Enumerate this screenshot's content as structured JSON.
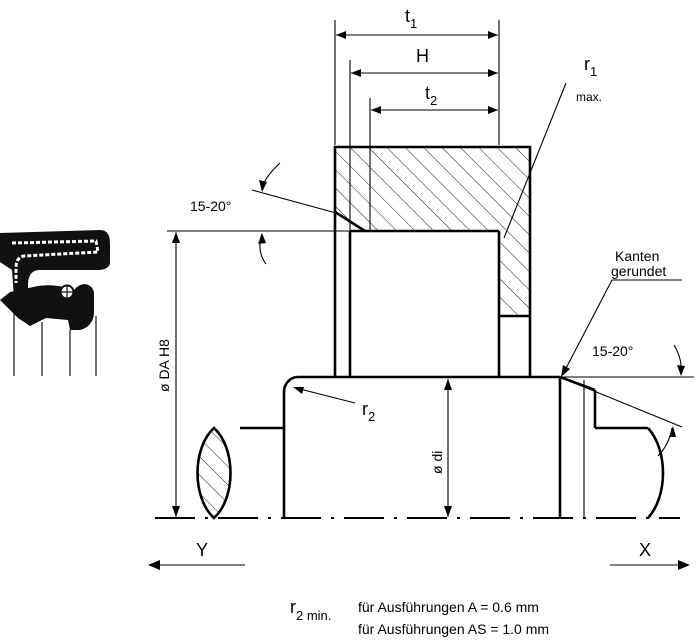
{
  "dimensions": {
    "t1": {
      "main": "t",
      "sub": "1"
    },
    "H": "H",
    "t2": {
      "main": "t",
      "sub": "2"
    },
    "r1": {
      "main": "r",
      "sub": "1",
      "note": "max."
    },
    "r2": {
      "main": "r",
      "sub": "2"
    },
    "angle_left": "15-20°",
    "angle_right": "15-20°",
    "edge_note_line1": "Kanten",
    "edge_note_line2": "gerundet",
    "diameter_housing": "ø DA H8",
    "diameter_shaft": "ø di"
  },
  "directions": {
    "left": "Y",
    "right": "X"
  },
  "footnote": {
    "symbol": "r",
    "symbol_sub": "2 min.",
    "line1": "für Ausführungen A   = 0.6 mm",
    "line2": "für Ausführungen AS = 1.0 mm"
  },
  "colors": {
    "ink": "#000000",
    "paper": "#ffffff"
  }
}
